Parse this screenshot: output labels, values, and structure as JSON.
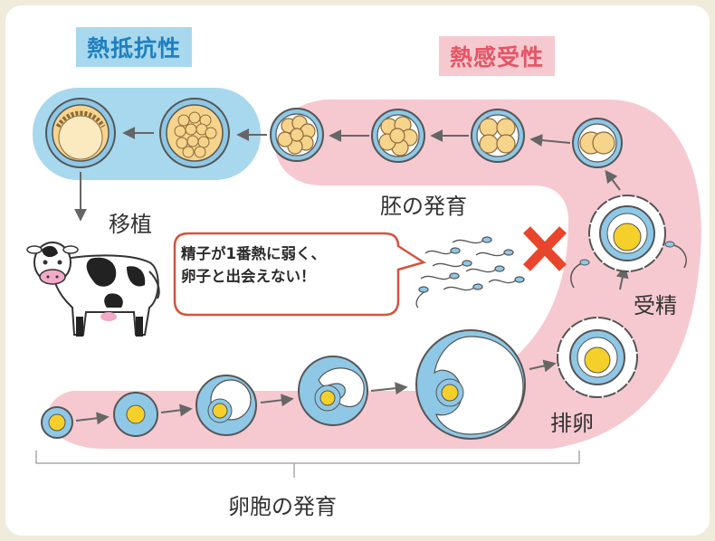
{
  "title_resistance": "熱抵抗性",
  "title_sensitivity": "熱感受性",
  "label_transplant": "移植",
  "label_embryo_development": "胚の発育",
  "label_fertilization": "受精",
  "label_ovulation": "排卵",
  "label_oocyte_development": "卵胞の発育",
  "speech_line1": "精子が1番熱に弱く、",
  "speech_line2": "卵子と出会えない！",
  "colors": {
    "heat_resistant_bg": "#a8d8ee",
    "heat_sensitive_bg": "#f6c9d0",
    "resistant_title": "#1f7fc0",
    "sensitive_title": "#e55565",
    "cross_mark": "#e8452c",
    "bubble_border": "#d2553c",
    "ring_blue": "#8ec8e6",
    "yolk_yellow": "#f6d02a",
    "cell_yellow": "#f7d48c"
  },
  "icons": [
    "cow-icon",
    "sperm-icon",
    "cross-mark-icon",
    "arrow-icon"
  ]
}
